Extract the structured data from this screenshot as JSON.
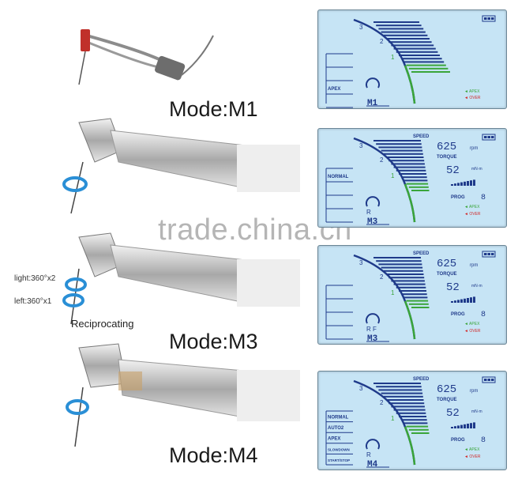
{
  "modes": [
    {
      "label": "Mode:M1"
    },
    {
      "label": "Mode:M3"
    },
    {
      "label": "Mode:M4"
    }
  ],
  "annotations": {
    "light": "light:360°x2",
    "left": "left:360°x1",
    "reciprocating": "Reciprocating"
  },
  "watermark": "trade.china.cn",
  "lcd_common": {
    "scale_labels": [
      "3",
      "2",
      "1"
    ],
    "speed_label": "SPEED",
    "torque_label": "TORQUE",
    "rpm_unit": "rpm",
    "torque_unit": "mN·m",
    "prog_label": "PROG",
    "apex_indicator": "◄ APEX",
    "over_indicator": "◄ OVER",
    "speed_value": "625",
    "torque_value": "52",
    "prog_value": "8",
    "colors": {
      "screen": "#c6e4f5",
      "bars": "#1f3a8a",
      "green": "#3aa53a",
      "over": "#d22a2a"
    }
  },
  "lcds": [
    {
      "side_labels": [
        "",
        "",
        "APEX",
        ""
      ],
      "mode": "M1",
      "rotation": "",
      "icons": []
    },
    {
      "side_labels": [
        "NORMAL",
        "",
        "",
        ""
      ],
      "mode": "M3",
      "rotation": "R",
      "icons": []
    },
    {
      "side_labels": [
        "",
        "",
        "",
        ""
      ],
      "mode": "M3",
      "rotation": "R F",
      "icons": []
    },
    {
      "side_labels": [
        "NORMAL",
        "AUTO2",
        "APEX",
        "SLOWDOWN",
        "START/STOP"
      ],
      "mode": "M4",
      "rotation": "R",
      "icons": []
    }
  ]
}
